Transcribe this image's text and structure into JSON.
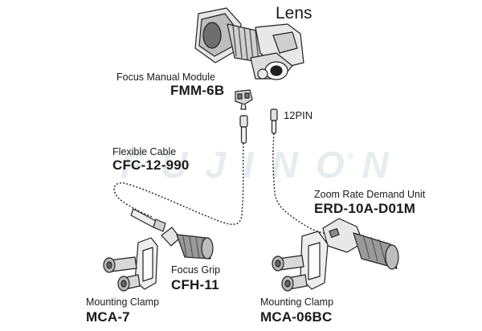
{
  "watermark": {
    "text": "FUJINON",
    "registered": "®"
  },
  "lens": {
    "title": "Lens"
  },
  "focus_manual_module": {
    "caption": "Focus Manual Module",
    "model": "FMM-6B"
  },
  "connector": {
    "label": "12PIN"
  },
  "flexible_cable": {
    "caption": "Flexible Cable",
    "model": "CFC-12-990"
  },
  "zoom_rate_demand_unit": {
    "caption": "Zoom Rate Demand Unit",
    "model": "ERD-10A-D01M"
  },
  "focus_grip": {
    "caption": "Focus Grip",
    "model": "CFH-11"
  },
  "mounting_clamp_left": {
    "caption": "Mounting Clamp",
    "model": "MCA-7"
  },
  "mounting_clamp_right": {
    "caption": "Mounting Clamp",
    "model": "MCA-06BC"
  }
}
